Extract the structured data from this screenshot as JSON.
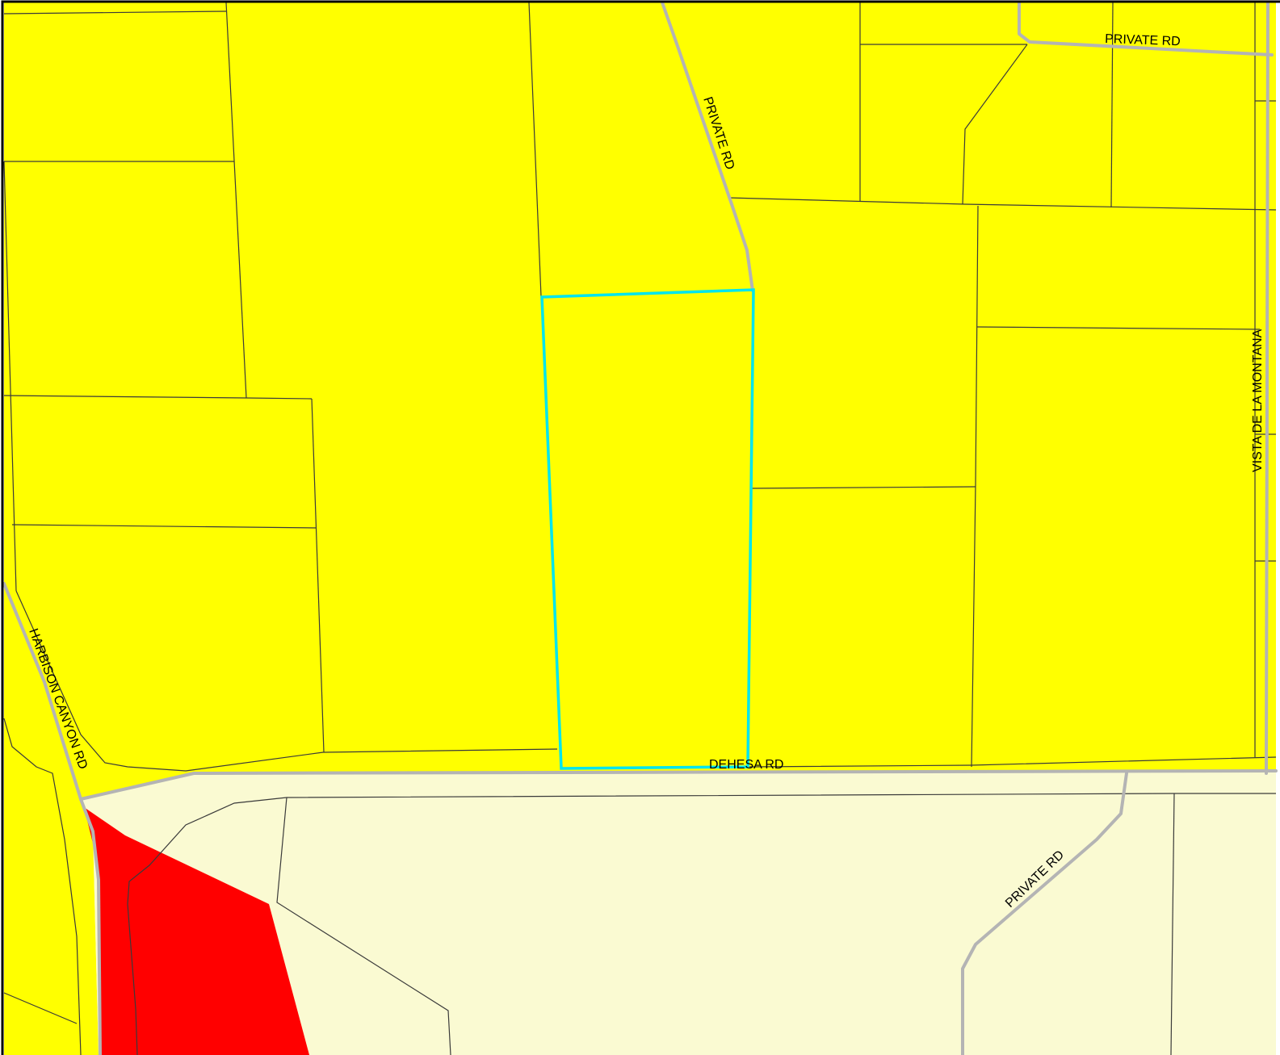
{
  "map": {
    "colors": {
      "residential_parcels": "#ffff00",
      "open_space": "#fafad2",
      "highlight_zone": "#ff0000",
      "selected_parcel_outline": "#00e5ee",
      "road": "#b4b4b4",
      "parcel_line": "#3a3a3a",
      "frame": "#000000"
    },
    "road_labels": {
      "private_rd_north_east": "PRIVATE RD",
      "private_rd_center": "PRIVATE RD",
      "vista_de_la_montana": "VISTA DE LA MONTANA",
      "harbison_canyon_rd": "HARBISON CANYON RD",
      "dehesa_rd": "DEHESA RD",
      "private_rd_south": "PRIVATE RD"
    },
    "selected_parcel": {
      "label": ""
    }
  }
}
